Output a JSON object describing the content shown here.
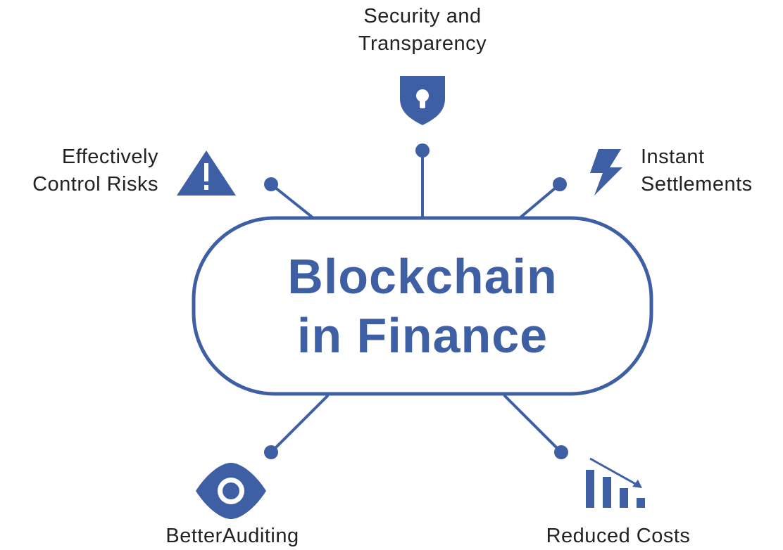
{
  "center": {
    "line1": "Blockchain",
    "line2": "in Finance"
  },
  "benefits": {
    "security": {
      "line1": "Security and",
      "line2": "Transparency",
      "icon": "shield-lock-icon"
    },
    "risks": {
      "line1": "Effectively",
      "line2": "Control Risks",
      "icon": "warning-triangle-icon"
    },
    "settlements": {
      "line1": "Instant",
      "line2": "Settlements",
      "icon": "lightning-bolt-icon"
    },
    "auditing": {
      "line1": "BetterAuditing",
      "icon": "eye-icon"
    },
    "costs": {
      "line1": "Reduced Costs",
      "icon": "declining-bars-icon"
    }
  },
  "colors": {
    "accent": "#3f5fa4",
    "text": "#222222",
    "background": "#ffffff"
  }
}
